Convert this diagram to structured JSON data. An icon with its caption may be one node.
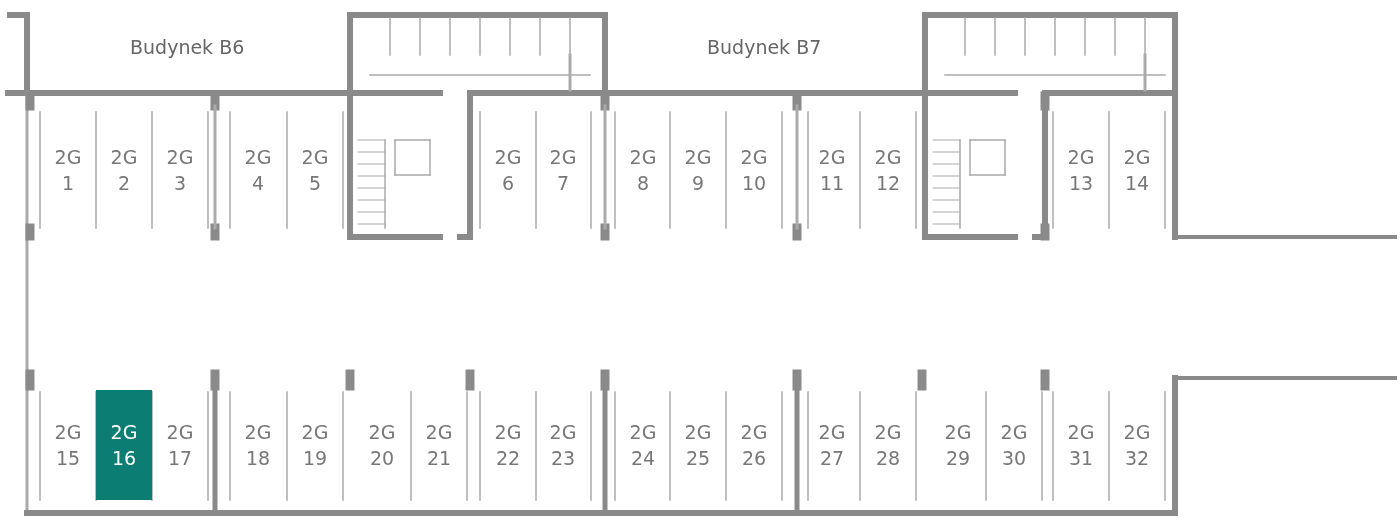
{
  "diagram": {
    "nodes": [
      {
        "text": [
          "2G 1"
        ]
      },
      {
        "text": [
          "2G 2"
        ]
      },
      {
        "text": [
          "2G 3"
        ]
      },
      {
        "text": [
          "2G 4"
        ]
      },
      {
        "text": [
          "2G 5"
        ]
      },
      {
        "text": [
          "2G 6"
        ]
      },
      {
        "text": [
          "2G 7"
        ]
      },
      {
        "text": [
          "2G 8"
        ]
      },
      {
        "text": [
          "2G 9"
        ]
      },
      {
        "text": [
          "2G 10"
        ]
      },
      {
        "text": [
          "2G 11"
        ]
      },
      {
        "text": [
          "2G 12"
        ]
      },
      {
        "text": [
          "2G 13"
        ]
      },
      {
        "text": [
          "2G 14"
        ]
      },
      {
        "text": [
          "2G 15"
        ]
      },
      {
        "text": [
          "2G 16"
        ]
      },
      {
        "text": [
          "2G 17"
        ]
      },
      {
        "text": [
          "2G 18"
        ]
      },
      {
        "text": [
          "2G 19"
        ]
      },
      {
        "text": [
          "2G 20"
        ]
      },
      {
        "text": [
          "2G 21"
        ]
      },
      {
        "text": [
          "2G 22"
        ]
      },
      {
        "text": [
          "2G 23"
        ]
      },
      {
        "text": [
          "2G 24"
        ]
      },
      {
        "text": [
          "2G 25"
        ]
      },
      {
        "text": [
          "2G 26"
        ]
      },
      {
        "text": [
          "2G 27"
        ]
      },
      {
        "text": [
          "2G 28"
        ]
      },
      {
        "text": [
          "2G 29"
        ]
      },
      {
        "text": [
          "2G 30"
        ]
      },
      {
        "text": [
          "2G 31"
        ]
      },
      {
        "text": [
          "2G 32"
        ]
      }
    ],
    "labels": [
      "Budynek B6",
      "Budynek B7"
    ]
  }
}
